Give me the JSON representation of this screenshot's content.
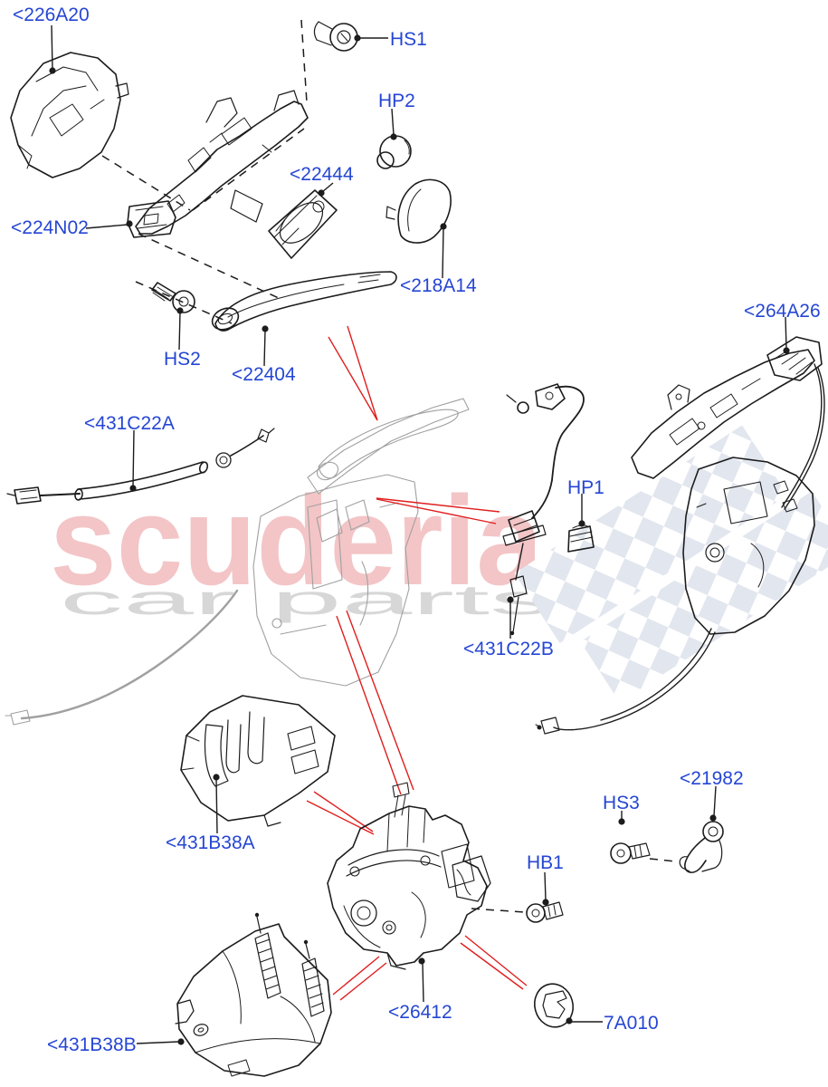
{
  "diagram": {
    "type": "exploded-parts-diagram",
    "subject": "Front door lock controls, handle and latch",
    "colors": {
      "label_blue": "#2546d4",
      "line_black": "#1c1c1c",
      "red_guide": "#e01e1e",
      "ghost_gray": "#a0a0a0",
      "watermark_pink": "#f3c5c7",
      "watermark_gray": "#d7d7d7",
      "flag_gray": "#e2e6ee"
    },
    "watermark": {
      "brand": "scuderia",
      "sub": "car parts"
    },
    "labels": [
      {
        "id": "226A20",
        "text": "<226A20"
      },
      {
        "id": "HS1",
        "text": "HS1"
      },
      {
        "id": "HP2",
        "text": "HP2"
      },
      {
        "id": "22444",
        "text": "<22444"
      },
      {
        "id": "224N02",
        "text": "<224N02"
      },
      {
        "id": "218A14",
        "text": "<218A14"
      },
      {
        "id": "HS2",
        "text": "HS2"
      },
      {
        "id": "22404",
        "text": "<22404"
      },
      {
        "id": "264A26",
        "text": "<264A26"
      },
      {
        "id": "431C22A",
        "text": "<431C22A"
      },
      {
        "id": "HP1",
        "text": "HP1"
      },
      {
        "id": "431C22B",
        "text": "<431C22B"
      },
      {
        "id": "431B38A",
        "text": "<431B38A"
      },
      {
        "id": "21982",
        "text": "<21982"
      },
      {
        "id": "HS3",
        "text": "HS3"
      },
      {
        "id": "HB1",
        "text": "HB1"
      },
      {
        "id": "26412",
        "text": "<26412"
      },
      {
        "id": "7A010",
        "text": "7A010"
      },
      {
        "id": "431B38B",
        "text": "<431B38B"
      }
    ]
  }
}
